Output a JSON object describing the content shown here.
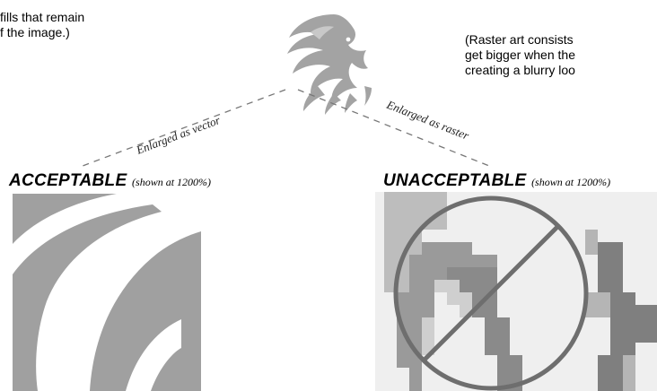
{
  "notes": {
    "left_lines": [
      "fills that remain",
      "f the image.)"
    ],
    "right_lines": [
      "(Raster art consists",
      "get bigger when the",
      "creating a blurry loo"
    ]
  },
  "connectors": {
    "vector_label": "Enlarged as vector",
    "raster_label": "Enlarged as raster"
  },
  "panels": {
    "acceptable": {
      "title": "ACCEPTABLE",
      "subtitle": "(shown at 1200%)"
    },
    "unacceptable": {
      "title": "UNACCEPTABLE",
      "subtitle": "(shown at 1200%)"
    }
  },
  "colors": {
    "art_gray": "#a0a0a0",
    "raster_dark": "#8a8a8a",
    "raster_light": "#d2d2d2",
    "prohibition_stroke": "#6e6e6e",
    "dash": "#777777"
  },
  "icons": {
    "eagle": "eagle-logo-icon",
    "prohibition": "no-sign-icon"
  }
}
